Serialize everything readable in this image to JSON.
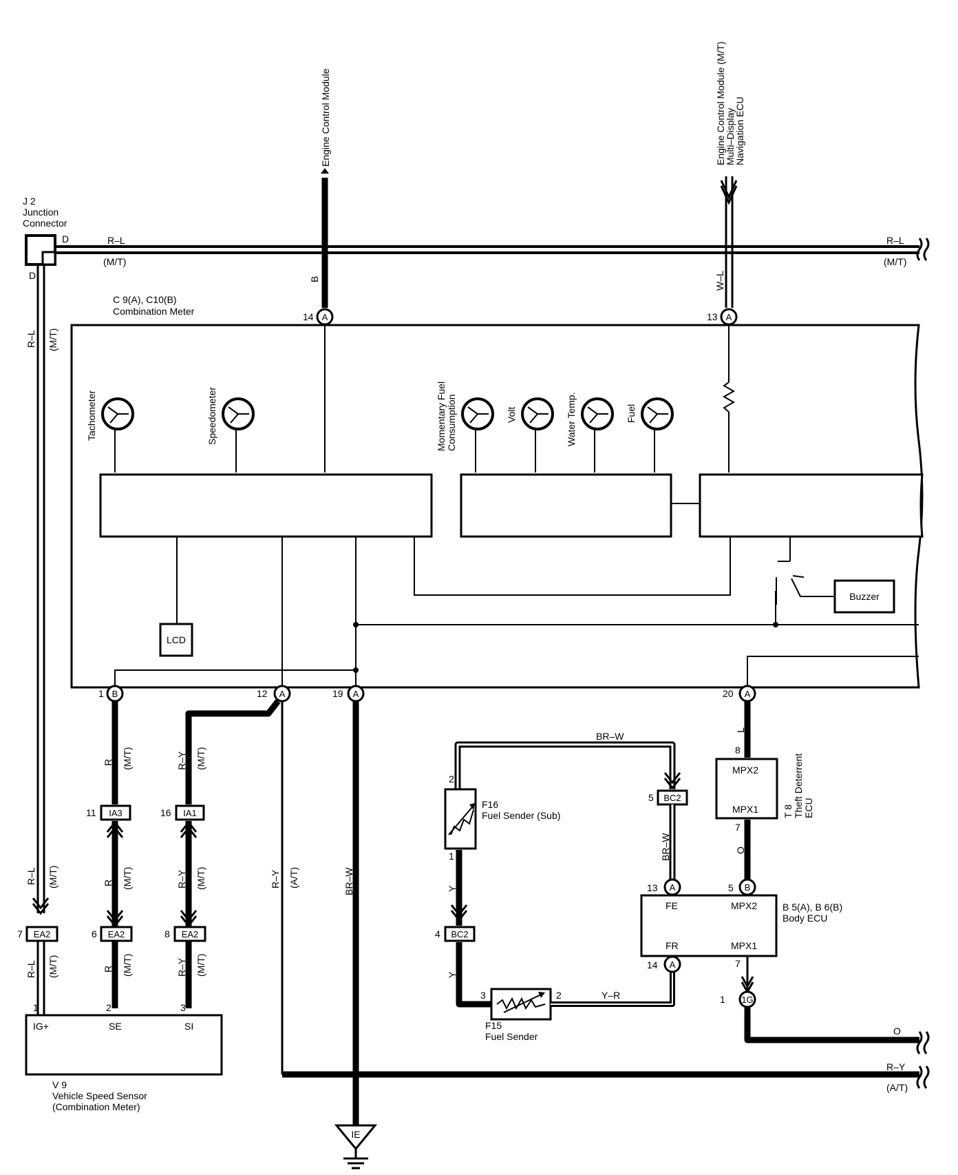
{
  "junction": {
    "id": "J 2",
    "name_1": "Junction",
    "name_2": "Connector",
    "pin_top": "D",
    "pin_bottom": "D"
  },
  "combination_meter": {
    "id": "C 9(A), C10(B)",
    "name": "Combination Meter"
  },
  "top_signals": {
    "ecm": "Engine Control Module",
    "ecm_mt": "Engine Control Module (M/T)",
    "multi_display": "Multi–Display",
    "nav_ecu": "Navigation ECU"
  },
  "wires": {
    "rl": "R–L",
    "mt": "(M/T)",
    "at": "(A/T)",
    "b": "B",
    "wl": "W–L",
    "r": "R",
    "ry": "R–Y",
    "brw": "BR–W",
    "l": "L",
    "o": "O",
    "y": "Y",
    "yr": "Y–R"
  },
  "gauges": {
    "tacho": "Tachometer",
    "speedo": "Speedometer",
    "mfc_1": "Momentary Fuel",
    "mfc_2": "Consumption",
    "volt": "Volt",
    "water": "Water Temp.",
    "fuel": "Fuel"
  },
  "meter_parts": {
    "lcd": "LCD",
    "buzzer": "Buzzer"
  },
  "pins": {
    "p14": "14",
    "p13": "13",
    "p1": "1",
    "p12": "12",
    "p19": "19",
    "p20": "20",
    "a": "A",
    "b": "B",
    "p11": "11",
    "p16": "16",
    "p7": "7",
    "p6": "6",
    "p8": "8",
    "p2": "2",
    "p3": "3",
    "p4": "4",
    "p5": "5",
    "p8b": "8"
  },
  "connectors": {
    "ia3": "IA3",
    "ia1": "IA1",
    "ea2": "EA2",
    "bc2": "BC2",
    "g1": "1G",
    "ie": "IE"
  },
  "speed_sensor": {
    "id": "V 9",
    "name_1": "Vehicle Speed Sensor",
    "name_2": "(Combination Meter)",
    "ig": "IG+",
    "se": "SE",
    "si": "SI"
  },
  "fuel_sender_sub": {
    "id": "F16",
    "name": "Fuel Sender (Sub)"
  },
  "fuel_sender": {
    "id": "F15",
    "name": "Fuel Sender"
  },
  "theft_ecu": {
    "id": "T 8",
    "name_1": "Theft Deterrent",
    "name_2": "ECU",
    "mpx2": "MPX2",
    "mpx1": "MPX1"
  },
  "body_ecu": {
    "id": "B 5(A), B 6(B)",
    "name": "Body ECU",
    "fe": "FE",
    "fr": "FR",
    "mpx2": "MPX2",
    "mpx1": "MPX1"
  }
}
